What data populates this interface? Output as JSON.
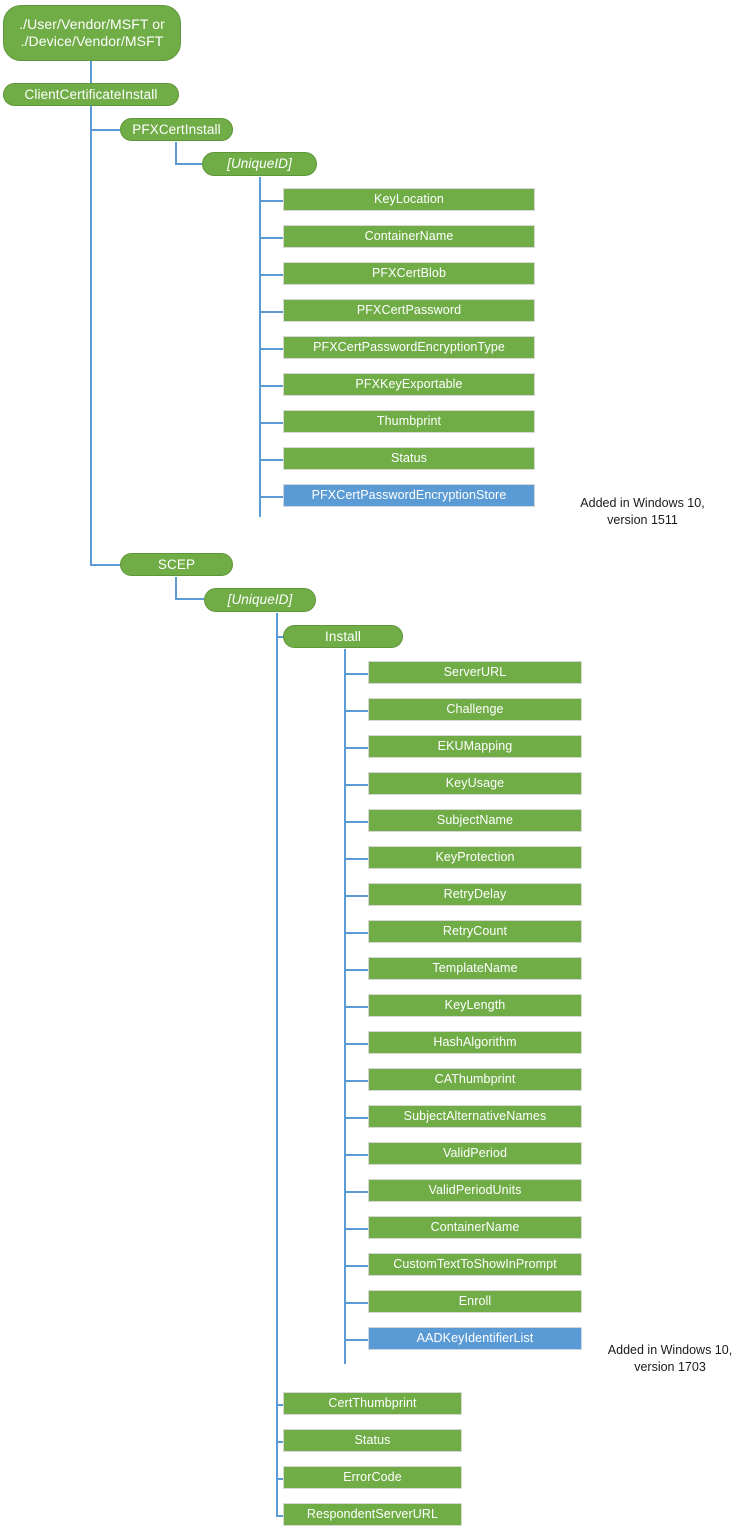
{
  "diagram": {
    "title": "ClientCertificateInstall CSP node tree",
    "colors": {
      "node_green": "#70AD47",
      "node_blue": "#5B9BD5",
      "connector_blue": "#5B9BD5",
      "node_text": "#FFFFFF",
      "note_text": "#1A1A1A",
      "background": "#FFFFFF"
    },
    "root": {
      "label": "./User/Vendor/MSFT or\n./Device/Vendor/MSFT"
    },
    "level1": {
      "label": "ClientCertificateInstall"
    },
    "branches": {
      "pfx": {
        "label": "PFXCertInstall",
        "unique_id": "[UniqueID]",
        "children": [
          {
            "label": "KeyLocation",
            "color": "green"
          },
          {
            "label": "ContainerName",
            "color": "green"
          },
          {
            "label": "PFXCertBlob",
            "color": "green"
          },
          {
            "label": "PFXCertPassword",
            "color": "green"
          },
          {
            "label": "PFXCertPasswordEncryptionType",
            "color": "green"
          },
          {
            "label": "PFXKeyExportable",
            "color": "green"
          },
          {
            "label": "Thumbprint",
            "color": "green"
          },
          {
            "label": "Status",
            "color": "green"
          },
          {
            "label": "PFXCertPasswordEncryptionStore",
            "color": "blue"
          }
        ],
        "note": "Added in Windows 10,\nversion 1511"
      },
      "scep": {
        "label": "SCEP",
        "unique_id": "[UniqueID]",
        "install": {
          "label": "Install",
          "children": [
            {
              "label": "ServerURL",
              "color": "green"
            },
            {
              "label": "Challenge",
              "color": "green"
            },
            {
              "label": "EKUMapping",
              "color": "green"
            },
            {
              "label": "KeyUsage",
              "color": "green"
            },
            {
              "label": "SubjectName",
              "color": "green"
            },
            {
              "label": "KeyProtection",
              "color": "green"
            },
            {
              "label": "RetryDelay",
              "color": "green"
            },
            {
              "label": "RetryCount",
              "color": "green"
            },
            {
              "label": "TemplateName",
              "color": "green"
            },
            {
              "label": "KeyLength",
              "color": "green"
            },
            {
              "label": "HashAlgorithm",
              "color": "green"
            },
            {
              "label": "CAThumbprint",
              "color": "green"
            },
            {
              "label": "SubjectAlternativeNames",
              "color": "green"
            },
            {
              "label": "ValidPeriod",
              "color": "green"
            },
            {
              "label": "ValidPeriodUnits",
              "color": "green"
            },
            {
              "label": "ContainerName",
              "color": "green"
            },
            {
              "label": "CustomTextToShowInPrompt",
              "color": "green"
            },
            {
              "label": "Enroll",
              "color": "green"
            },
            {
              "label": "AADKeyIdentifierList",
              "color": "blue"
            }
          ],
          "note": "Added in Windows 10,\nversion 1703"
        },
        "children": [
          {
            "label": "CertThumbprint",
            "color": "green"
          },
          {
            "label": "Status",
            "color": "green"
          },
          {
            "label": "ErrorCode",
            "color": "green"
          },
          {
            "label": "RespondentServerURL",
            "color": "green"
          }
        ]
      }
    }
  }
}
